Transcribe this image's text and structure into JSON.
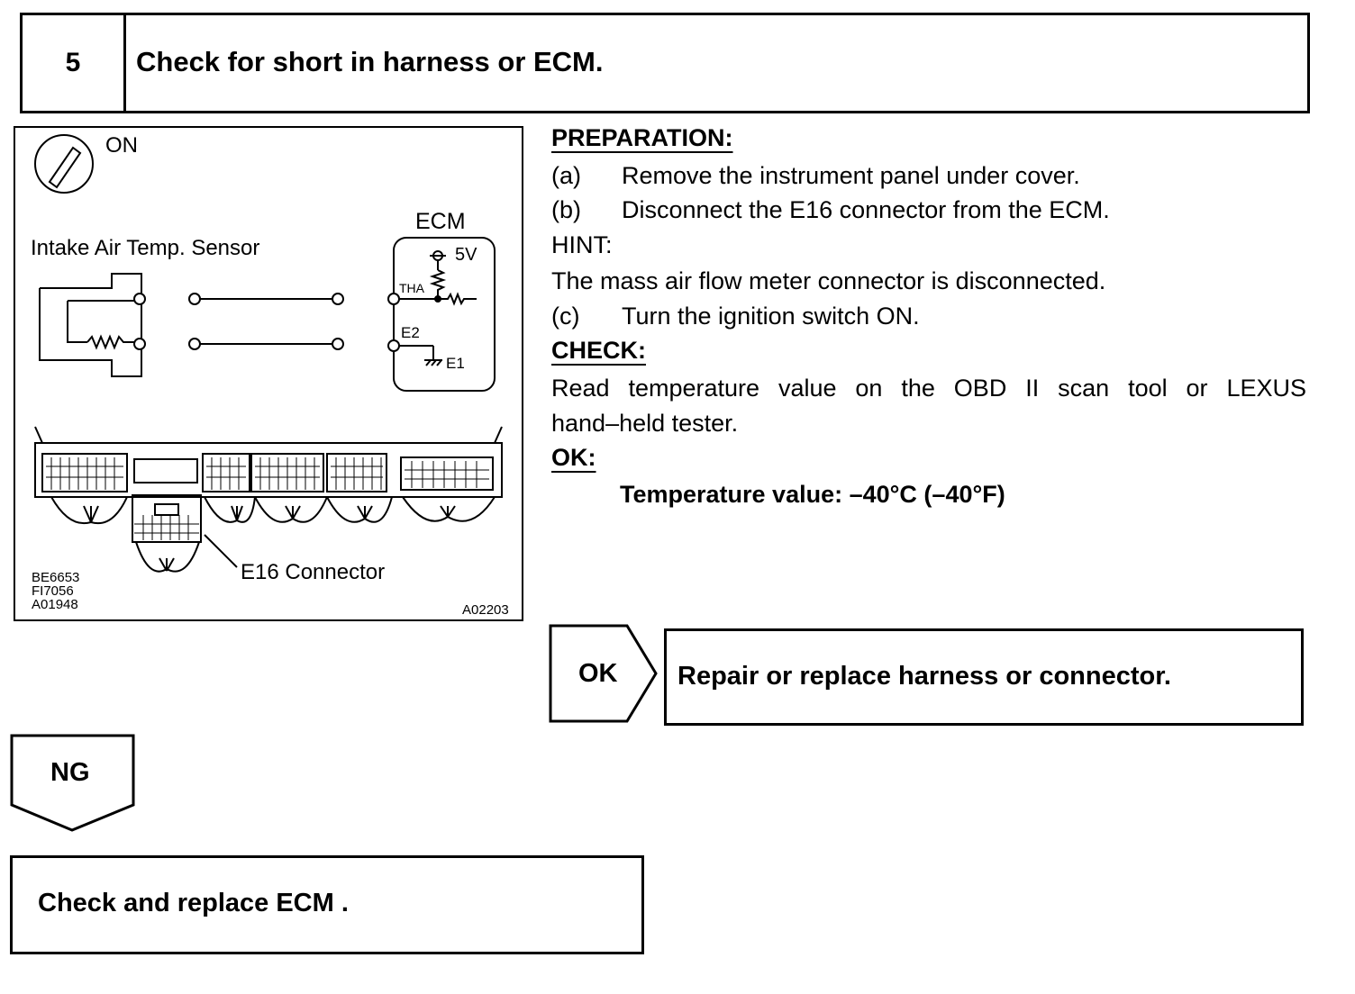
{
  "header": {
    "step_number": "5",
    "title": "Check for short in harness or ECM."
  },
  "diagram": {
    "ignition_state": "ON",
    "ecm_label": "ECM",
    "sensor_label": "Intake Air Temp. Sensor",
    "voltage_label": "5V",
    "tha_label": "THA",
    "e2_label": "E2",
    "e1_label": "E1",
    "connector_label": "E16 Connector",
    "ref_codes": [
      "BE6653",
      "FI7056",
      "A01948"
    ],
    "figure_code": "A02203"
  },
  "instructions": {
    "preparation_heading": "PREPARATION:",
    "steps": [
      {
        "letter": "(a)",
        "text": "Remove the instrument panel under cover."
      },
      {
        "letter": "(b)",
        "text": "Disconnect the E16 connector from the ECM."
      }
    ],
    "hint_heading": "HINT:",
    "hint_text": "The mass air flow meter connector is disconnected.",
    "step_c": {
      "letter": "(c)",
      "text": "Turn the ignition switch ON."
    },
    "check_heading": "CHECK:",
    "check_text_line1": "Read temperature value on the OBD II scan tool or LEXUS",
    "check_text_line2": "hand–held tester.",
    "ok_heading": "OK:",
    "ok_value": "Temperature value: –40°C (–40°F)"
  },
  "flow": {
    "ok_label": "OK",
    "ok_action": "Repair or replace harness or connector.",
    "ng_label": "NG",
    "ng_action": "Check and replace ECM",
    "ng_action_suffix": "."
  }
}
